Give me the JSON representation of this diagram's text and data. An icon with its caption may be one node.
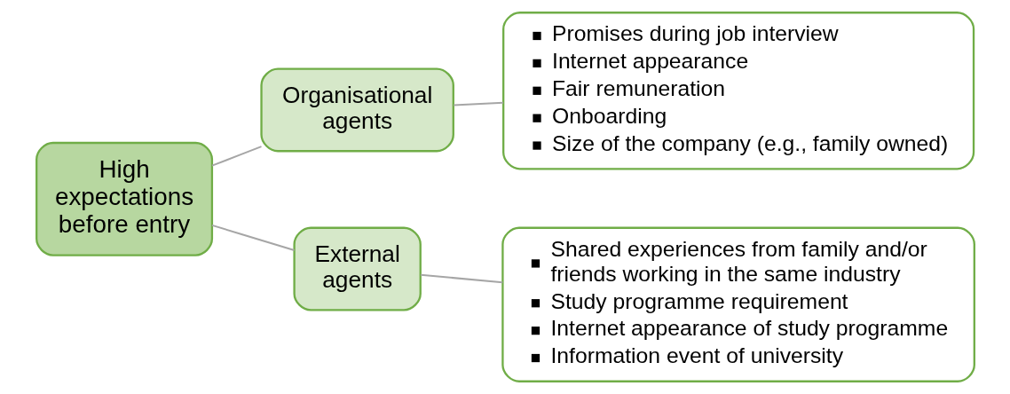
{
  "diagram": {
    "nodes": [
      {
        "text": [
          "High expectations before entry"
        ]
      },
      {
        "text": [
          "Organisational agents"
        ]
      },
      {
        "text": [
          "Promises during job interview",
          "Internet appearance",
          "Fair remuneration",
          "Onboarding",
          "Size of the company (e.g., family owned)"
        ]
      },
      {
        "text": [
          "External agents"
        ]
      },
      {
        "text": [
          "Shared experiences from family and/or friends working in the same industry",
          "Study programme requirement",
          "Internet appearance of study programme",
          "Information event of university"
        ]
      }
    ],
    "edges": [
      {
        "from": 0,
        "to": 1,
        "arrow": "none"
      },
      {
        "from": 1,
        "to": 2,
        "arrow": "none"
      },
      {
        "from": 0,
        "to": 3,
        "arrow": "none"
      },
      {
        "from": 3,
        "to": 4,
        "arrow": "none"
      }
    ]
  }
}
